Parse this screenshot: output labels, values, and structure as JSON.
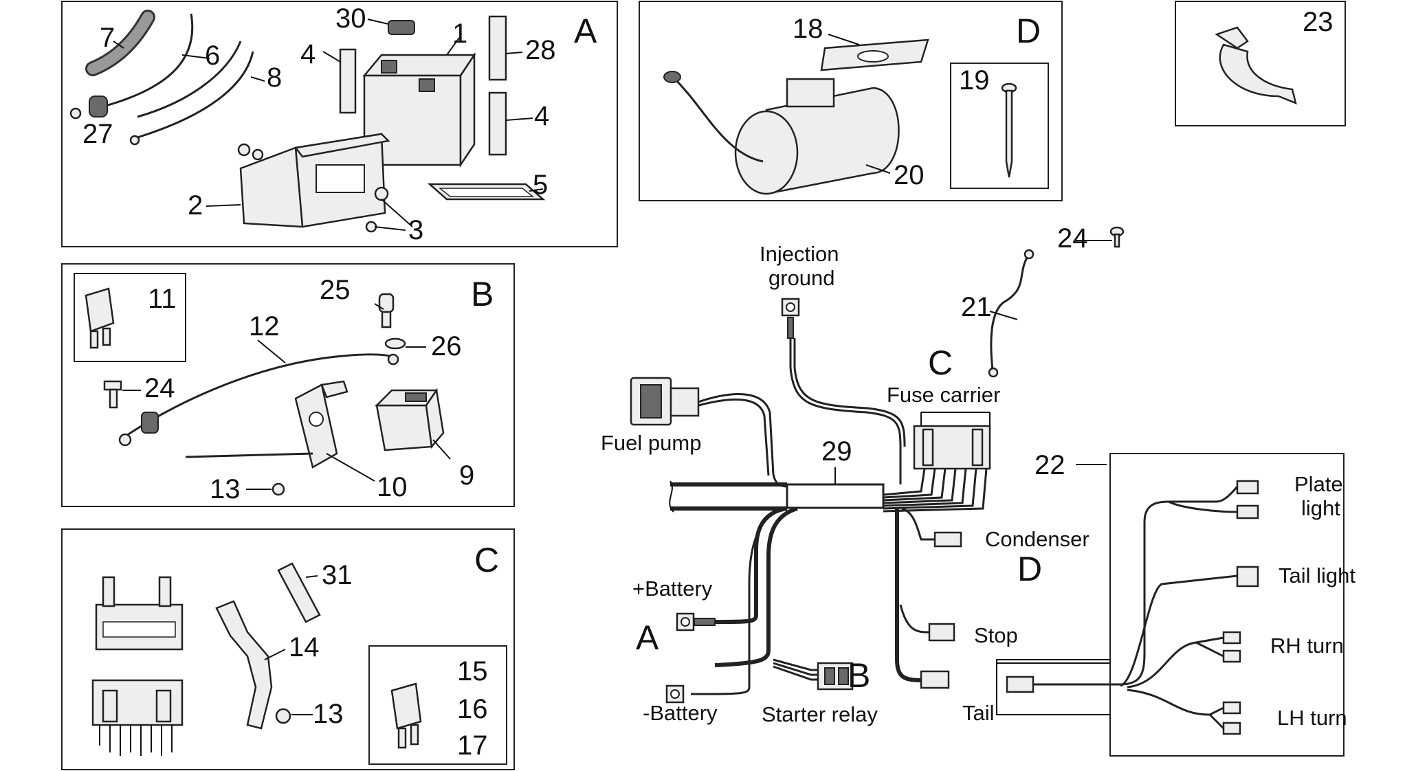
{
  "panels": {
    "A": {
      "letter": "A",
      "callouts": {
        "n30": "30",
        "n1": "1",
        "n7": "7",
        "n6": "6",
        "n8": "8",
        "n27": "27",
        "n4a": "4",
        "n28": "28",
        "n4b": "4",
        "n5": "5",
        "n2": "2",
        "n3": "3"
      }
    },
    "B": {
      "letter": "B",
      "callouts": {
        "n11": "11",
        "n25": "25",
        "n12": "12",
        "n26": "26",
        "n24": "24",
        "n9": "9",
        "n13": "13",
        "n10": "10"
      }
    },
    "C": {
      "letter": "C",
      "callouts": {
        "n31": "31",
        "n14": "14",
        "n13": "13",
        "n15": "15",
        "n16": "16",
        "n17": "17"
      }
    },
    "D": {
      "letter": "D",
      "callouts": {
        "n18": "18",
        "n19": "19",
        "n20": "20"
      }
    },
    "E": {
      "callouts": {
        "n23": "23"
      }
    }
  },
  "main": {
    "callouts": {
      "n24": "24",
      "n21": "21",
      "n29": "29",
      "n22": "22"
    },
    "letters": {
      "C": "C",
      "D": "D",
      "A": "A",
      "B": "B"
    },
    "labels": {
      "injection_1": "Injection",
      "injection_2": "ground",
      "fuse_carrier": "Fuse carrier",
      "fuel_pump": "Fuel pump",
      "condenser": "Condenser",
      "plus_battery": "+Battery",
      "minus_battery": "-Battery",
      "starter_relay": "Starter relay",
      "stop": "Stop",
      "tail": "Tail",
      "plate_1": "Plate",
      "plate_2": "light",
      "tail_light": "Tail light",
      "rh_turn": "RH turn",
      "lh_turn": "LH turn"
    }
  }
}
